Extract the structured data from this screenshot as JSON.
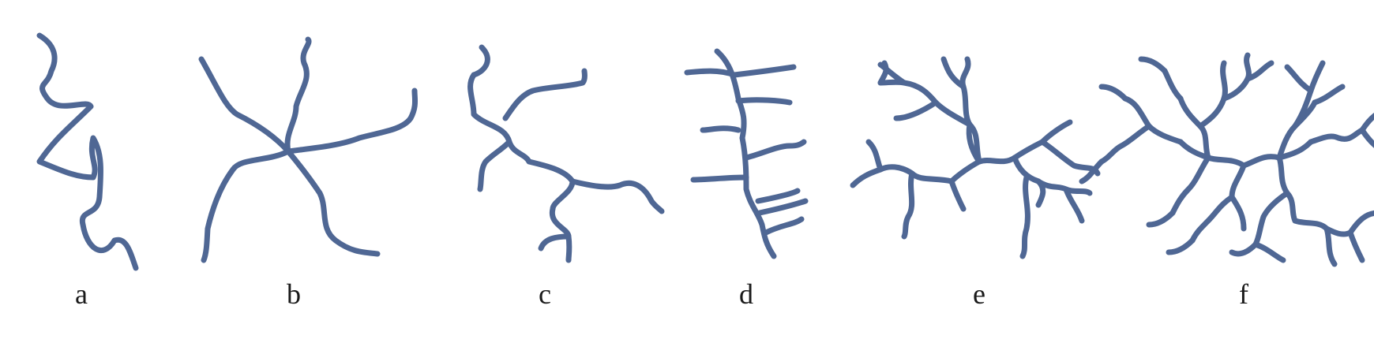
{
  "colors": {
    "stroke": "#4f6794",
    "background": "#ffffff",
    "label": "#1a1a1a"
  },
  "panels": [
    {
      "id": "a",
      "label": "a"
    },
    {
      "id": "b",
      "label": "b"
    },
    {
      "id": "c",
      "label": "c"
    },
    {
      "id": "d",
      "label": "d"
    },
    {
      "id": "e",
      "label": "e"
    },
    {
      "id": "f",
      "label": "f"
    }
  ]
}
